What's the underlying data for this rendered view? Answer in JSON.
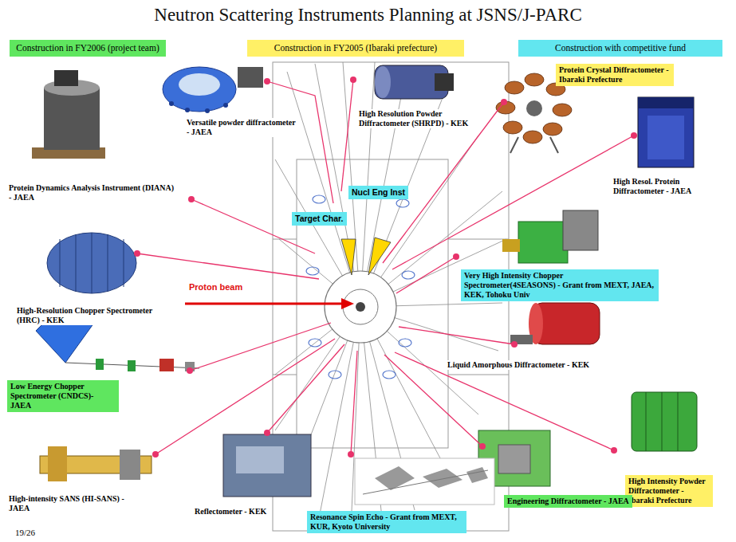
{
  "diagram": {
    "title": "Neutron Scattering Instruments Planning at JSNS/J-PARC",
    "nodes": [
      {
        "text": [
          "Construction in FY2006 (project team)"
        ]
      },
      {
        "text": [
          "Construction in FY2005 (Ibaraki prefecture)"
        ]
      },
      {
        "text": [
          "Construction with competitive fund"
        ]
      },
      {
        "text": [
          "Protein Crystal Diffractometer - Ibaraki Prefecture"
        ]
      },
      {
        "text": [
          "Nucl Eng Inst"
        ]
      },
      {
        "text": [
          "Target Char."
        ]
      },
      {
        "text": [
          "Very High Intensity Chopper Spectrometer(4SEASONS) - Grant from MEXT, JAEA, KEK, Tohoku Univ"
        ]
      },
      {
        "text": [
          "Low Energy Chopper Spectrometer (CNDCS)- JAEA"
        ]
      },
      {
        "text": [
          "High Intensity Powder Diffractometer - Ibaraki Prefecture"
        ]
      },
      {
        "text": [
          "Engineering Diffractometer - JAEA"
        ]
      },
      {
        "text": [
          "Resonance Spin Echo - Grant from MEXT, KUR, Kyoto University"
        ]
      }
    ],
    "labels": [
      "Versatile powder diffractometer - JAEA",
      "High Resolution Powder Diffractometer (SHRPD) - KEK",
      "High Resol. Protein Diffractometer - JAEA",
      "Protein Dynamics Analysis Instrument (DIANA) - JAEA",
      "High-Resolution Chopper Spectrometer (HRC) - KEK",
      "Proton beam",
      "Liquid Amorphous Diffractometer - KEK",
      "High-intensity SANS (HI-SANS) - JAEA",
      "Reflectometer - KEK",
      "19/26"
    ]
  }
}
